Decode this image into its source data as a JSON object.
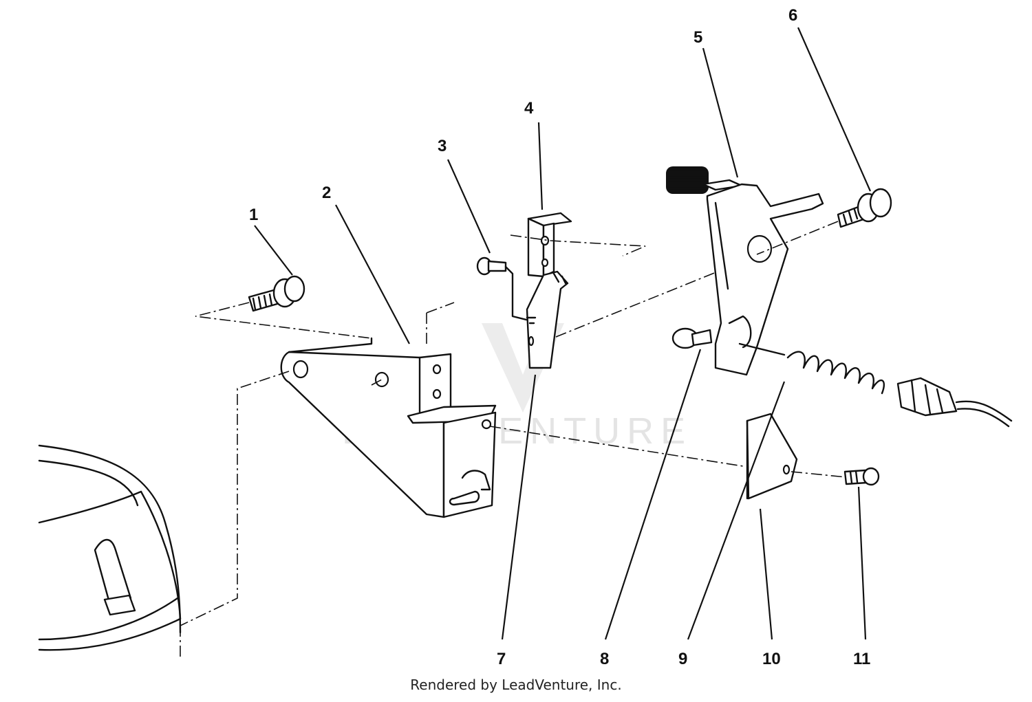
{
  "diagram": {
    "callouts": [
      "1",
      "2",
      "3",
      "4",
      "5",
      "6",
      "7",
      "8",
      "9",
      "10",
      "11"
    ],
    "credit": "Rendered by LeadVenture, Inc.",
    "watermark": "LEADVENTURE"
  }
}
